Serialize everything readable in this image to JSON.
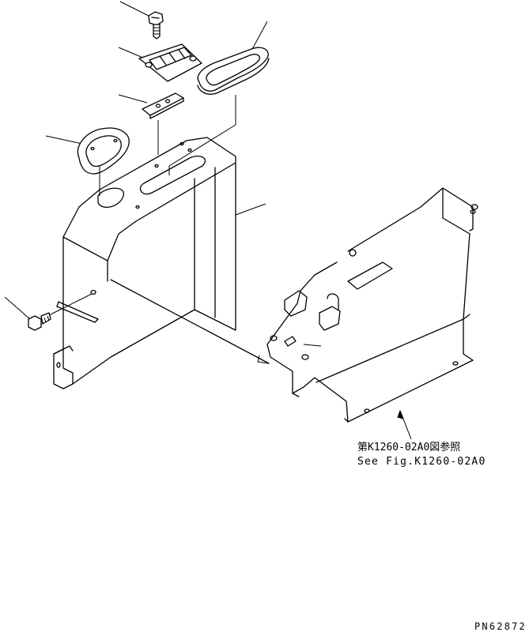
{
  "reference_note": {
    "line1": "第K1260-02A0図参照",
    "line2": "See Fig.K1260-02A0"
  },
  "drawing_code": "PN62872"
}
